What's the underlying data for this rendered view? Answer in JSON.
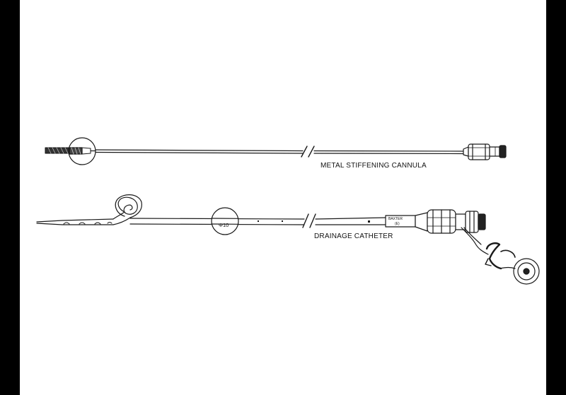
{
  "diagram": {
    "colors": {
      "background": "#ffffff",
      "frame": "#000000",
      "line": "#1a1a1a"
    },
    "cannula": {
      "label": "METAL STIFFENING CANNULA"
    },
    "catheter": {
      "label": "DRAINAGE CATHETER",
      "size_marking": "Φ10",
      "hub_marking_line1": "BAXTER",
      "hub_marking_line2": "(E)"
    }
  }
}
